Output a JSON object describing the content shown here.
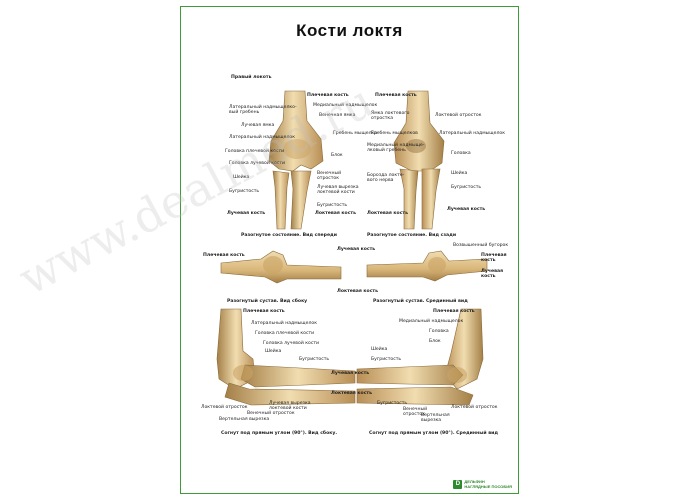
{
  "poster": {
    "title": "Кости локтя",
    "brand": "ДЕЛЬФИН\nНАГЛЯДНЫЕ ПОСОБИЯ"
  },
  "watermark": "www.dealmed.ru",
  "section1": {
    "heading": "Правый локоть",
    "caption_left": "Разогнутое состояние. Вид спереди",
    "caption_right": "Разогнутое состояние. Вид сзади",
    "left_labels": [
      "Латеральный надмыщелко-\nвый гребень",
      "Лучевая ямка",
      "Латеральный надмыщелок",
      "Головка плечевой кости",
      "Головка лучевой кости",
      "Шейка",
      "Бугристость",
      "Лучевая кость"
    ],
    "mid_labels": [
      "Плечевая кость",
      "Медиальный надмыщелок",
      "Венечная ямка",
      "Гребень мыщелка",
      "Блок",
      "Венечный\nотросток",
      "Лучевая вырезка\nлоктевой кости",
      "Бугристость",
      "Локтевая кость"
    ],
    "right_labels": [
      "Плечевая кость",
      "Ямка локтевого\nотростка",
      "Локтевой отросток",
      "Гребень мыщелков",
      "Латеральный надмыщелок",
      "Медиальный надмыще-\nлковый гребень",
      "Головка",
      "Борозда локте-\nвого нерва",
      "Шейка",
      "Бугристость",
      "Локтевая кость",
      "Лучевая кость"
    ]
  },
  "section2": {
    "caption_left": "Разогнутый сустав. Вид сбоку",
    "caption_right": "Разогнутый сустав. Срединный вид",
    "left_labels": [
      "Плечевая кость",
      "Лучевая кость",
      "Локтевая кость"
    ],
    "right_labels": [
      "Возвышенный бугорок",
      "Плечевая\nкость",
      "Лучевая\nкость"
    ]
  },
  "section3": {
    "caption_left": "Согнут под прямым углом (90°). Вид сбоку.",
    "caption_right": "Согнут под прямым углом (90°). Срединный вид",
    "left_labels": [
      "Плечевая кость",
      "Латеральный надмыщелок",
      "Головка плечевой кости",
      "Головка лучевой кости",
      "Шейка",
      "Бугристость",
      "Локтевой отросток",
      "Лучевая вырезка\nлоктевой кости",
      "Венечный отросток",
      "Вертельная вырезка"
    ],
    "mid_labels": [
      "Лучевая кость",
      "Локтевая кость"
    ],
    "right_labels": [
      "Плечевая кость",
      "Медиальный надмыщелок",
      "Головка",
      "Блок",
      "Шейка",
      "Бугристость",
      "Бугристость",
      "Венечный\nотросток",
      "Вертельная\nвырезка",
      "Локтевой отросток"
    ]
  },
  "colors": {
    "border": "#3f9a3a",
    "bone_light": "#f1ddb0",
    "bone_mid": "#d9b77a",
    "bone_dark": "#a47f47"
  }
}
